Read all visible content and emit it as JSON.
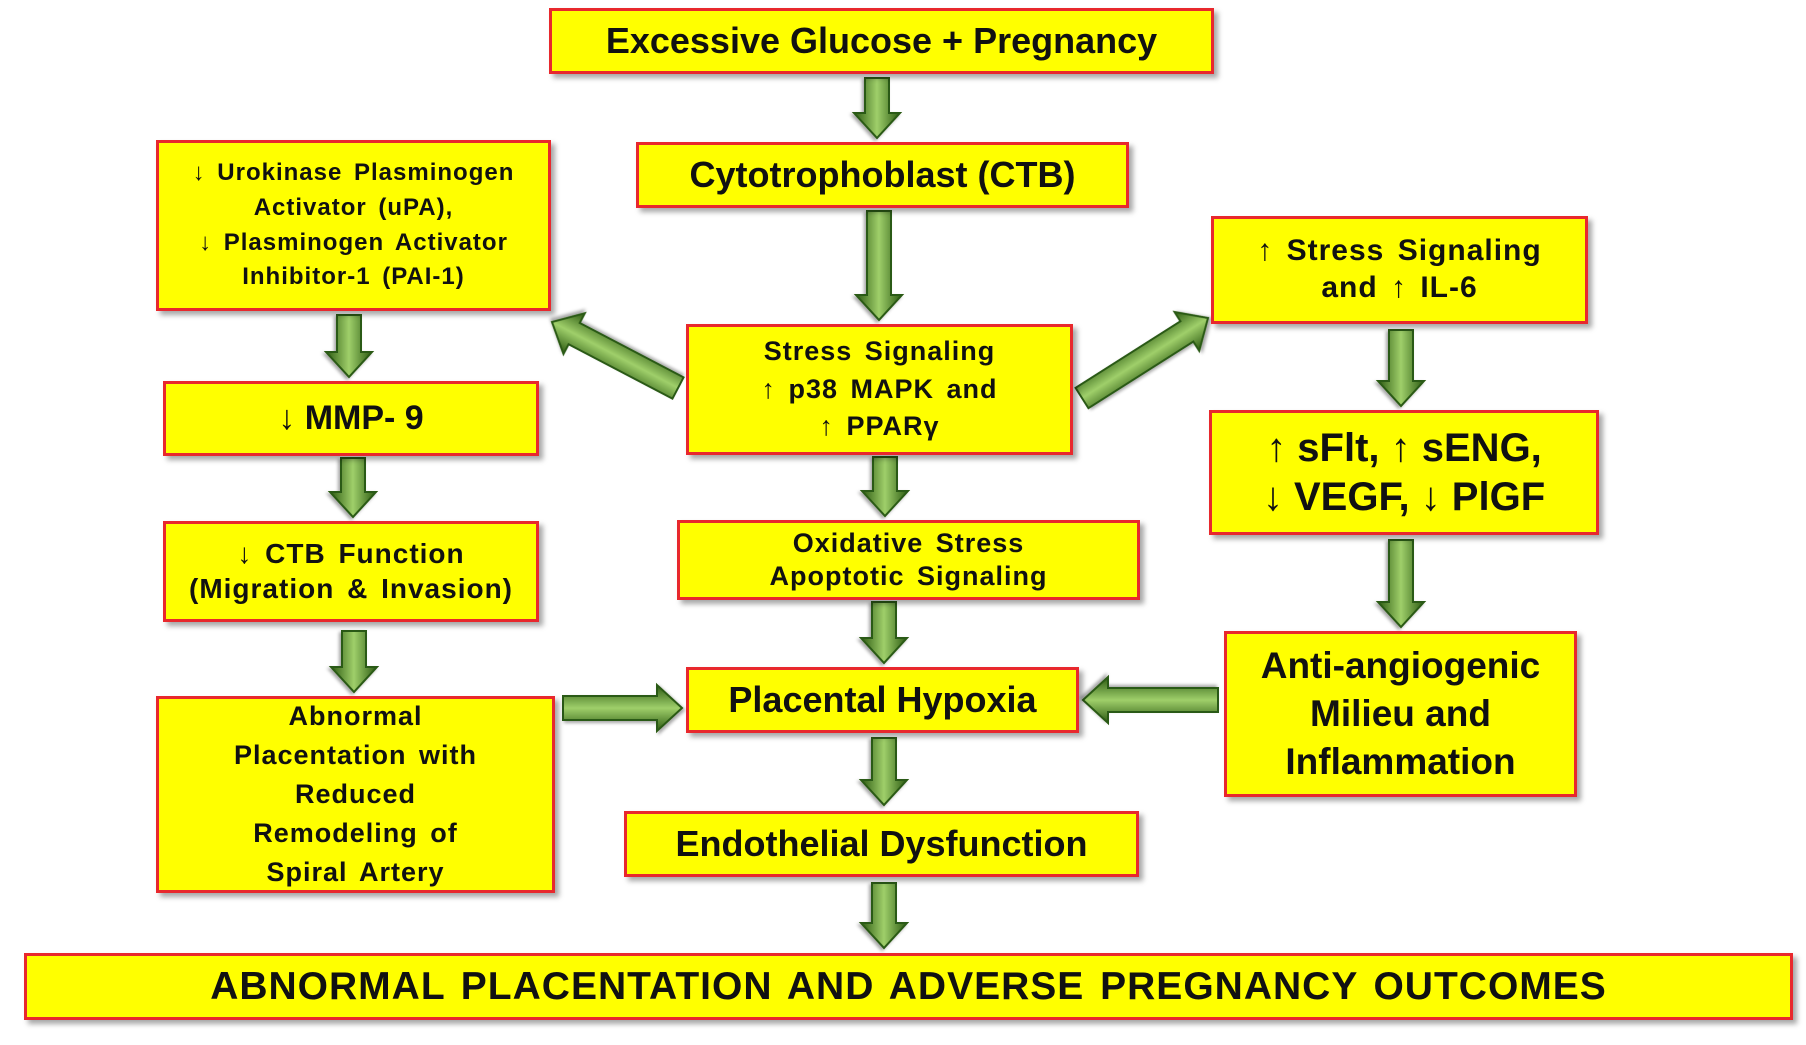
{
  "colors": {
    "box_fill": "#ffff00",
    "box_border": "#e8282d",
    "arrow_dark": "#2c5a12",
    "arrow_light": "#9fcf6a"
  },
  "nodes": {
    "glucose": {
      "lines": [
        "Excessive Glucose + Pregnancy"
      ]
    },
    "ctb": {
      "lines": [
        "Cytotrophoblast (CTB)"
      ]
    },
    "upa": {
      "lines": [
        "↓ Urokinase Plasminogen",
        "Activator (uPA),",
        "↓ Plasminogen Activator",
        "Inhibitor-1 (PAI-1)"
      ]
    },
    "stress_center": {
      "lines": [
        "Stress Signaling",
        "↑ p38 MAPK and",
        "↑ PPARγ"
      ]
    },
    "stress_right": {
      "lines": [
        "↑ Stress Signaling",
        "and ↑ IL-6"
      ]
    },
    "mmp9": {
      "lines": [
        "↓ MMP- 9"
      ]
    },
    "sflt": {
      "lines": [
        "↑ sFlt, ↑ sENG,",
        "↓ VEGF, ↓ PlGF"
      ]
    },
    "ctb_function": {
      "lines": [
        "↓ CTB Function",
        "(Migration & Invasion)"
      ]
    },
    "oxidative": {
      "lines": [
        "Oxidative Stress",
        "Apoptotic Signaling"
      ]
    },
    "abnormal_placentation": {
      "lines": [
        "Abnormal",
        "Placentation with",
        "Reduced",
        "Remodeling of",
        "Spiral Artery"
      ]
    },
    "hypoxia": {
      "lines": [
        "Placental Hypoxia"
      ]
    },
    "antiangiogenic": {
      "lines": [
        "Anti-angiogenic",
        "Milieu and",
        "Inflammation"
      ]
    },
    "endothelial": {
      "lines": [
        "Endothelial Dysfunction"
      ]
    },
    "outcome": {
      "lines": [
        "ABNORMAL PLACENTATION AND ADVERSE PREGNANCY OUTCOMES"
      ]
    }
  },
  "edges": [
    {
      "from": "glucose",
      "to": "ctb"
    },
    {
      "from": "ctb",
      "to": "stress_center"
    },
    {
      "from": "stress_center",
      "to": "upa"
    },
    {
      "from": "stress_center",
      "to": "stress_right"
    },
    {
      "from": "stress_center",
      "to": "oxidative"
    },
    {
      "from": "upa",
      "to": "mmp9"
    },
    {
      "from": "mmp9",
      "to": "ctb_function"
    },
    {
      "from": "ctb_function",
      "to": "abnormal_placentation"
    },
    {
      "from": "stress_right",
      "to": "sflt"
    },
    {
      "from": "sflt",
      "to": "antiangiogenic"
    },
    {
      "from": "oxidative",
      "to": "hypoxia"
    },
    {
      "from": "abnormal_placentation",
      "to": "hypoxia"
    },
    {
      "from": "antiangiogenic",
      "to": "hypoxia"
    },
    {
      "from": "hypoxia",
      "to": "endothelial"
    },
    {
      "from": "endothelial",
      "to": "outcome"
    }
  ]
}
